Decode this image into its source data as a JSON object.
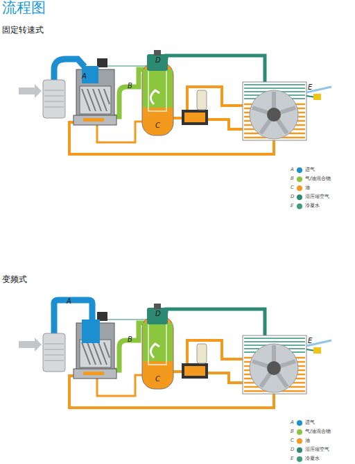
{
  "diagram": {
    "title": "流程图",
    "labels": [
      "固定转速式",
      "A",
      "B",
      "C",
      "D",
      "E",
      "A",
      "B",
      "C",
      "D",
      "E",
      "变频式",
      "A",
      "B",
      "C",
      "D",
      "E",
      "A",
      "B",
      "C",
      "D",
      "E"
    ],
    "legend": [
      {
        "text": "进气",
        "color": "#1b8fd0"
      },
      {
        "text": "气/油混合物",
        "color": "#8cc63e"
      },
      {
        "text": "油",
        "color": "#f39a1e"
      },
      {
        "text": "湿压缩空气",
        "color": "#2d8a72"
      },
      {
        "text": "冷凝水",
        "color": "#3f9c78"
      },
      {
        "text": "进气",
        "color": "#1b8fd0"
      },
      {
        "text": "气/油混合物",
        "color": "#8cc63e"
      },
      {
        "text": "油",
        "color": "#f39a1e"
      },
      {
        "text": "湿压缩空气",
        "color": "#2d8a72"
      },
      {
        "text": "冷凝水",
        "color": "#3f9c78"
      }
    ]
  }
}
